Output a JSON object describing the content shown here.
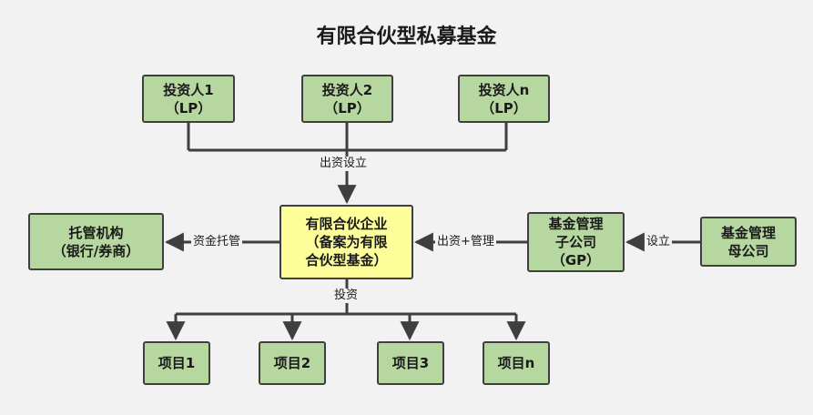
{
  "title": "有限合伙型私募基金",
  "nodes": {
    "investor_1": {
      "line1": "投资人1",
      "line2": "（LP）"
    },
    "investor_2": {
      "line1": "投资人2",
      "line2": "（LP）"
    },
    "investor_n": {
      "line1": "投资人n",
      "line2": "（LP）"
    },
    "custodian": {
      "line1": "托管机构",
      "line2": "（银行/券商）"
    },
    "partnership": {
      "line1": "有限合伙企业",
      "line2": "（备案为有限",
      "line3": "合伙型基金）"
    },
    "gp": {
      "line1": "基金管理",
      "line2": "子公司",
      "line3": "（GP）"
    },
    "parent": {
      "line1": "基金管理",
      "line2": "母公司"
    },
    "project_1": {
      "label": "项目1"
    },
    "project_2": {
      "label": "项目2"
    },
    "project_3": {
      "label": "项目3"
    },
    "project_n": {
      "label": "项目n"
    }
  },
  "edges": {
    "fund_setup": "出资设立",
    "custody": "资金托管",
    "contribution_management": "出资+管理",
    "setup": "设立",
    "invest": "投资"
  }
}
